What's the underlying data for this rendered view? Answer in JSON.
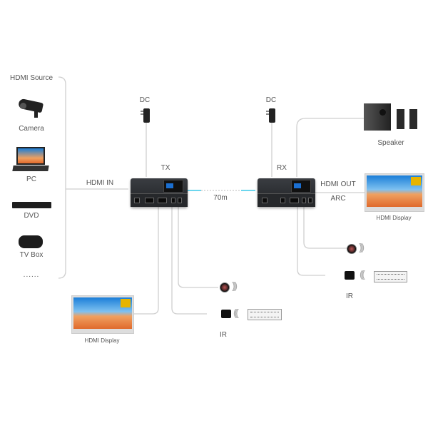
{
  "source_group": {
    "title": "HDMI Source",
    "items": [
      {
        "label": "Camera",
        "icon": "camera-icon"
      },
      {
        "label": "PC",
        "icon": "laptop-icon"
      },
      {
        "label": "DVD",
        "icon": "dvd-player-icon"
      },
      {
        "label": "TV Box",
        "icon": "tv-box-icon"
      }
    ],
    "more": "......"
  },
  "tx": {
    "label": "TX",
    "power": "DC",
    "input": "HDMI IN"
  },
  "link": {
    "distance": "70m",
    "colors": {
      "cable": "#3cc8e8",
      "dotted": "#bbbbbb"
    }
  },
  "rx": {
    "label": "RX",
    "power": "DC",
    "output": "HDMI OUT",
    "arc": "ARC"
  },
  "outputs": {
    "speaker": "Speaker",
    "rx_display": "HDMI Display",
    "tx_display": "HDMI Display",
    "rx_ir": "IR",
    "tx_ir": "IR"
  }
}
